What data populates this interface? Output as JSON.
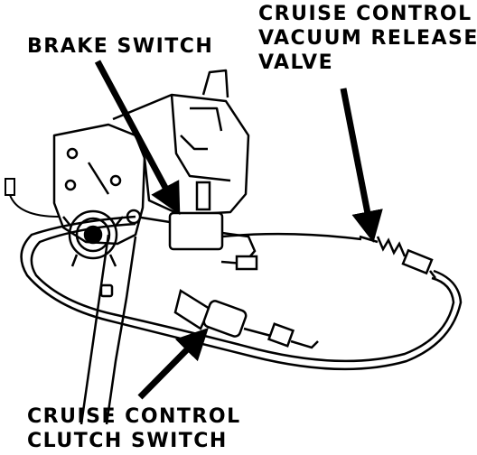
{
  "labels": {
    "brake_switch": "BRAKE SWITCH",
    "vacuum_valve": [
      "CRUISE CONTROL",
      "VACUUM RELEASE",
      "VALVE"
    ],
    "clutch_switch": [
      "CRUISE CONTROL",
      "CLUTCH SWITCH"
    ]
  },
  "colors": {
    "ink": "#000000",
    "paper": "#ffffff"
  }
}
